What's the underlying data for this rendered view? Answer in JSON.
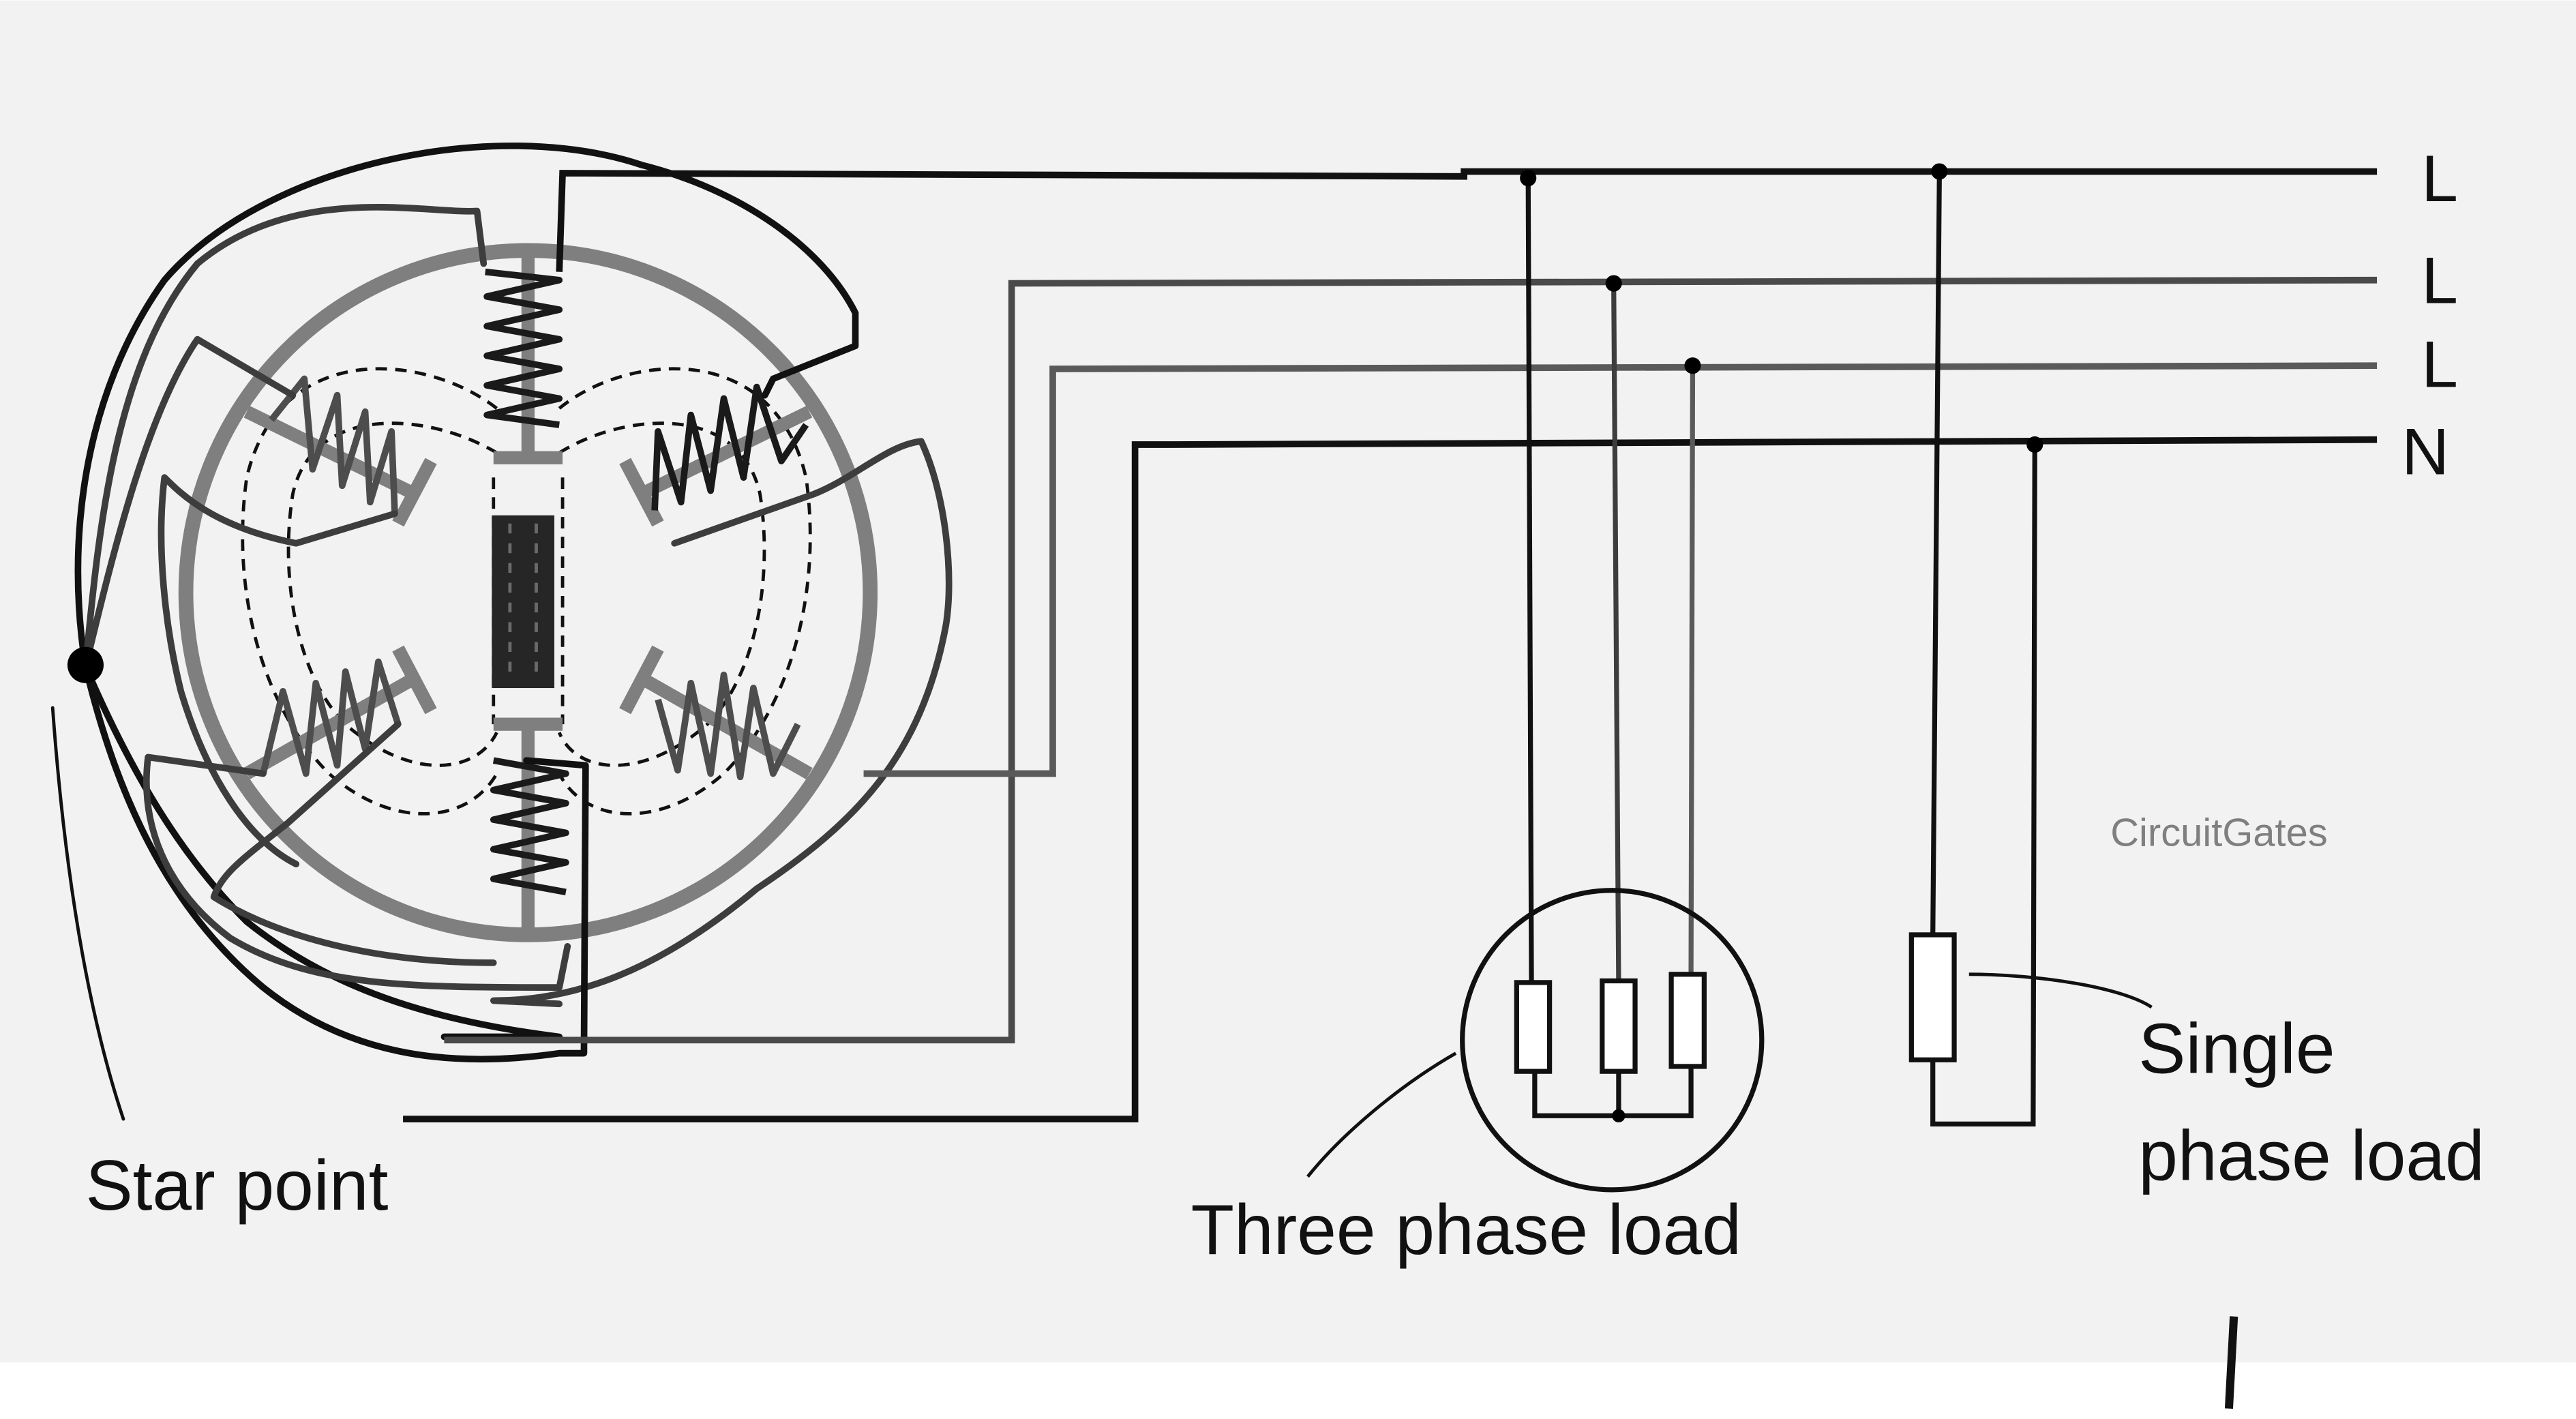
{
  "labels": {
    "line1": "L",
    "line2": "L",
    "line3": "L",
    "neutral": "N",
    "star_point": "Star point",
    "three_phase_load": "Three phase load",
    "single_phase_load_line1": "Single",
    "single_phase_load_line2": "phase load",
    "watermark": "CircuitGates"
  },
  "colors": {
    "background": "#f2f2f2",
    "page": "#ffffff",
    "wire_black": "#111111",
    "wire_dark_gray": "#3d3d3d",
    "wire_mid_gray": "#5a5a5a",
    "stator_gray": "#7f7f7f",
    "rotor": "#262626",
    "watermark": "#7f7f7f"
  }
}
